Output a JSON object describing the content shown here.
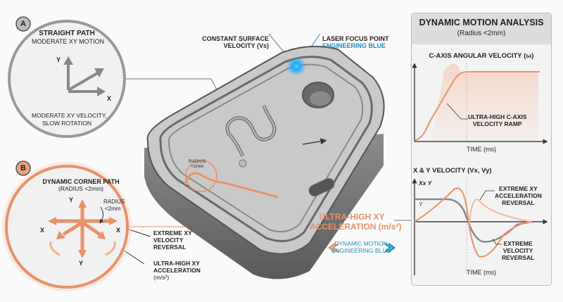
{
  "circle_a": {
    "badge": "A",
    "title": "STRAIGHT PATH",
    "subtitle": "MODERATE XY MOTION",
    "axis_y": "Y",
    "axis_x": "X",
    "caption_line1": "MODERATE XY VELOCITY,",
    "caption_line2": "SLOW ROTATION"
  },
  "circle_b": {
    "badge": "B",
    "title": "DYNAMIC CORNER PATH",
    "subtitle": "(RADIUS <2mm)",
    "axis_y_top": "Y",
    "axis_y_bottom": "Y",
    "axis_x_left": "X",
    "axis_x_right": "X",
    "radius_line1": "RADIUS",
    "radius_line2": "<2mm"
  },
  "callouts": {
    "velocity_reversal": [
      "EXTREME XY",
      "VELOCITY",
      "REVERSAL"
    ],
    "acceleration": [
      "ULTRA-HIGH XY",
      "ACCELERATION",
      "(m/s²)"
    ],
    "surface_velocity": [
      "CONSTANT SURFACE",
      "VELOCITY (Vs)"
    ],
    "laser_focus": [
      "LASER FOCUS POINT",
      "ENGINEERING BLUE"
    ],
    "part_radius": [
      "RADIUS",
      "<2mm"
    ],
    "big_accel": [
      "ULTRA-HIGH XY",
      "ACCELERATION (m/s²)"
    ],
    "dynamic_motion": [
      "DYNAMIC MOTION",
      "ENGINEERING BLUE"
    ]
  },
  "panel": {
    "title": "DYNAMIC MOTION ANALYSIS",
    "subtitle": "(Radius <2mm)",
    "chart1": {
      "title": "C-AXIS ANGULAR VELOCITY (ω)",
      "annotation": [
        "ULTRA-HIGH C-AXIS",
        "VELOCITY RAMP"
      ],
      "xlabel": "TIME (ms)"
    },
    "chart2": {
      "title": "X & Y VELOCITY (Vx, Vy)",
      "label_xy": "Xx Y",
      "label_y": "Y",
      "annotation_top": [
        "EXTREME XY",
        "ACCELERATION",
        "REVERSAL"
      ],
      "annotation_bottom": [
        "EXTREME",
        "VELOCITY",
        "REVERSAL"
      ],
      "xlabel": "TIME (ms)"
    }
  },
  "colors": {
    "orange": "#e8916a",
    "blue": "#1f8fc0",
    "gray": "#8a8a8a"
  }
}
